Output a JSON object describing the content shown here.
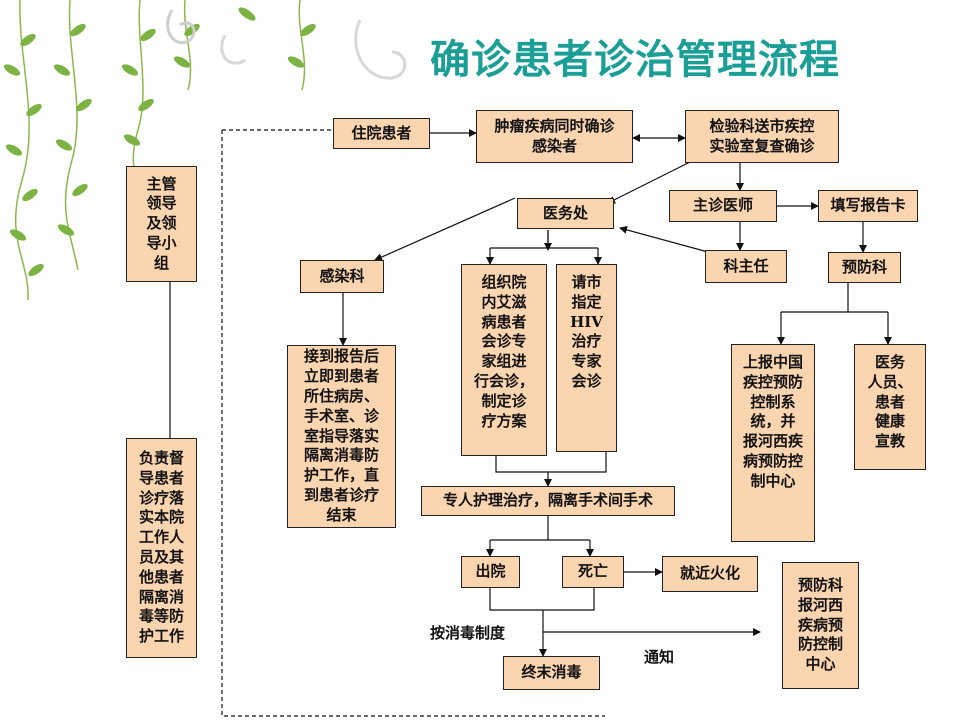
{
  "title": "确诊患者诊治管理流程",
  "boxes": {
    "inpatient": "住院患者",
    "tumor": "肿瘤疾病同时确诊\n感染者",
    "lab": "检验科送市疾控\n实验室复查确诊",
    "medical_office": "医务处",
    "attending": "主诊医师",
    "report_card": "填写报告卡",
    "infection_dept": "感染科",
    "organize": "组织院\n内艾滋\n病患者\n会诊专\n家组进\n行会诊，\n制定诊\n疗方案",
    "invite": "请市\n指定\nHIV\n治疗\n专家\n会诊",
    "dept_head": "科主任",
    "prevention_dept": "预防科",
    "receive": "接到报告后\n立即到患者\n所住病房、\n手术室、诊\n室指导落实\n隔离消毒防\n护工作，直\n到患者诊疗\n结束",
    "report_up": "上报中国\n疾控预防\n控制系\n统，并\n报河西疾\n病预防控\n制中心",
    "education": "医务\n人员、\n患者\n健康\n宣教",
    "leadership": "主管\n领导\n及领\n导小\n组",
    "supervise": "负责督\n导患者\n诊疗落\n实本院\n工作人\n员及其\n他患者\n隔离消\n毒等防\n护工作",
    "special_care": "专人护理治疗，隔离手术间手术",
    "discharge": "出院",
    "death": "死亡",
    "cremation": "就近火化",
    "prevention_report": "预防科\n报河西\n疾病预\n防控制\n中心",
    "final_disinfection": "终末消毒"
  },
  "labels": {
    "by_disinfection": "按消毒制度",
    "notify": "通知"
  }
}
